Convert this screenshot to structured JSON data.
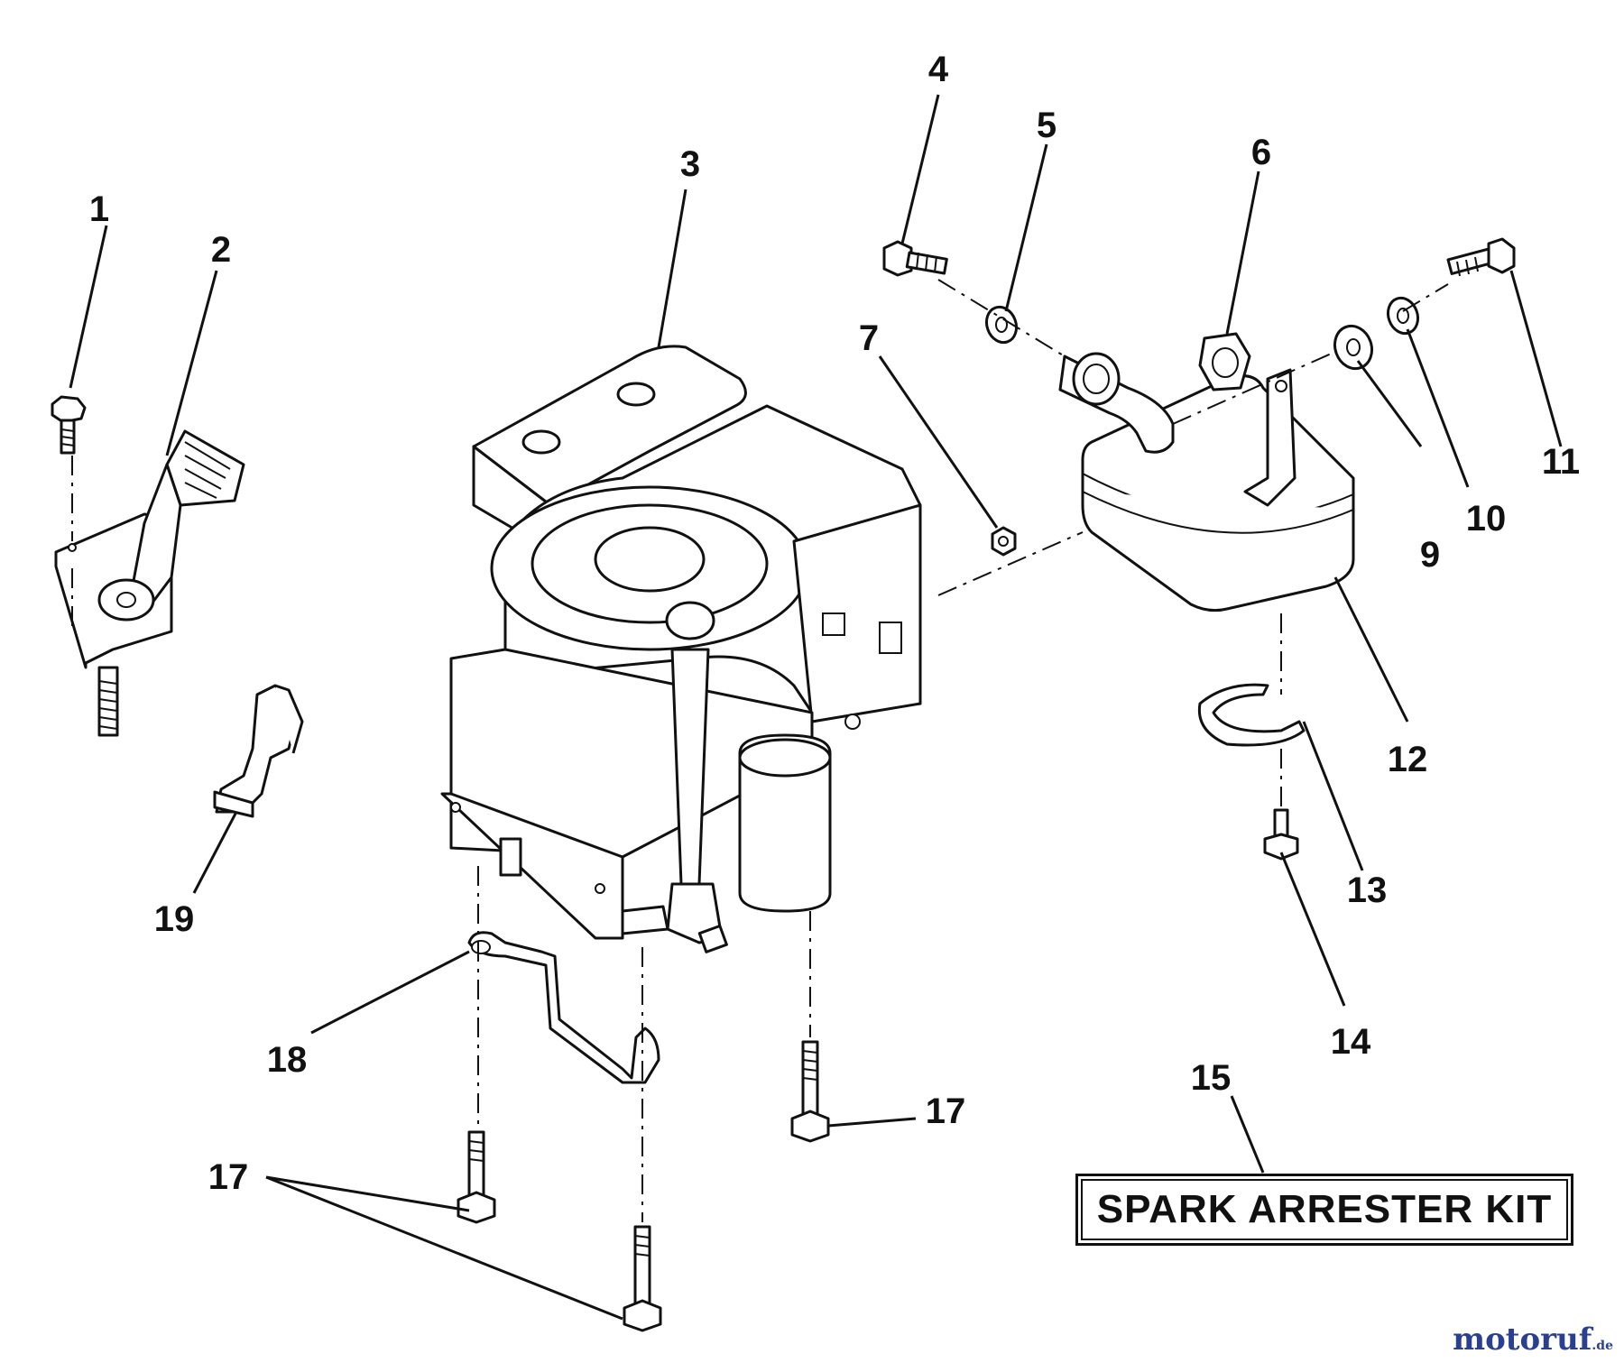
{
  "diagram": {
    "callouts": [
      "1",
      "2",
      "3",
      "4",
      "5",
      "6",
      "7",
      "9",
      "10",
      "11",
      "12",
      "13",
      "14",
      "15",
      "17",
      "17",
      "17",
      "18",
      "19"
    ],
    "kit_label": "SPARK ARRESTER KIT",
    "watermark": {
      "main": "motoruf",
      "suffix": ".de"
    }
  },
  "colors": {
    "line": "#111111",
    "background": "#ffffff",
    "watermark": "#2a3f8f"
  }
}
